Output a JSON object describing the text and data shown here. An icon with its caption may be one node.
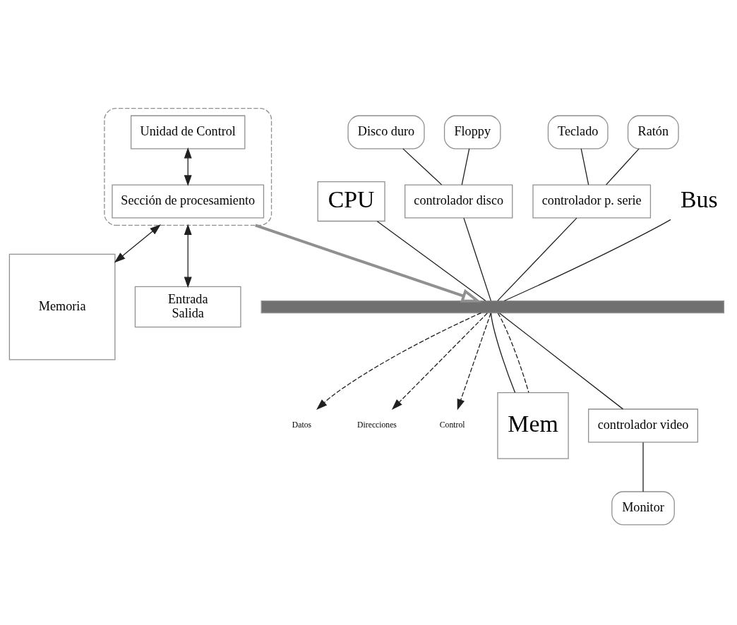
{
  "diagram": {
    "nodes": [
      {
        "text": [],
        "shape": "box"
      },
      {
        "text": [
          "Unidad de Control"
        ],
        "in": 0
      },
      {
        "text": [
          "Sección de procesamiento"
        ],
        "in": 0
      },
      {
        "text": [
          "Memoria"
        ]
      },
      {
        "text": [
          "Entrada",
          "Salida"
        ]
      },
      {
        "text": [
          "Disco duro"
        ]
      },
      {
        "text": [
          "Floppy"
        ]
      },
      {
        "text": [
          "Teclado"
        ]
      },
      {
        "text": [
          "Ratón"
        ]
      },
      {
        "text": [
          "CPU"
        ]
      },
      {
        "text": [
          "controlador disco"
        ]
      },
      {
        "text": [
          "controlador p. serie"
        ]
      },
      {
        "text": [],
        "shape": "bar"
      },
      {
        "text": [
          "Datos"
        ]
      },
      {
        "text": [
          "Direcciones"
        ]
      },
      {
        "text": [
          "Control"
        ]
      },
      {
        "text": [
          "Mem"
        ]
      },
      {
        "text": [
          "controlador video"
        ]
      },
      {
        "text": [
          "Monitor"
        ]
      },
      {
        "text": [
          "Bus"
        ]
      }
    ],
    "edges": [
      {
        "from": 1,
        "to": 2,
        "arrow": "both"
      },
      {
        "from": 0,
        "to": 3,
        "arrow": "both"
      },
      {
        "from": 0,
        "to": 4,
        "arrow": "both"
      },
      {
        "from": 0,
        "to": 12,
        "arrow": "to",
        "style": "thick",
        "color": "#909090"
      },
      {
        "from": 5,
        "to": 10,
        "arrow": "none"
      },
      {
        "from": 6,
        "to": 10,
        "arrow": "none"
      },
      {
        "from": 7,
        "to": 11,
        "arrow": "none"
      },
      {
        "from": 8,
        "to": 11,
        "arrow": "none"
      },
      {
        "from": 9,
        "to": 12,
        "arrow": "none"
      },
      {
        "from": 10,
        "to": 12,
        "arrow": "none"
      },
      {
        "from": 11,
        "to": 12,
        "arrow": "none"
      },
      {
        "from": 12,
        "to": 13,
        "arrow": "to",
        "style": "dashed"
      },
      {
        "from": 12,
        "to": 14,
        "arrow": "to",
        "style": "dashed"
      },
      {
        "from": 12,
        "to": 15,
        "arrow": "to",
        "style": "dashed"
      },
      {
        "from": 12,
        "to": 16,
        "arrow": "none"
      },
      {
        "from": 12,
        "to": 16,
        "arrow": "none",
        "style": "dashed"
      },
      {
        "from": 12,
        "to": 17,
        "arrow": "none"
      },
      {
        "from": 17,
        "to": 18,
        "arrow": "none"
      },
      {
        "from": 19,
        "to": 12,
        "arrow": "none"
      }
    ]
  }
}
